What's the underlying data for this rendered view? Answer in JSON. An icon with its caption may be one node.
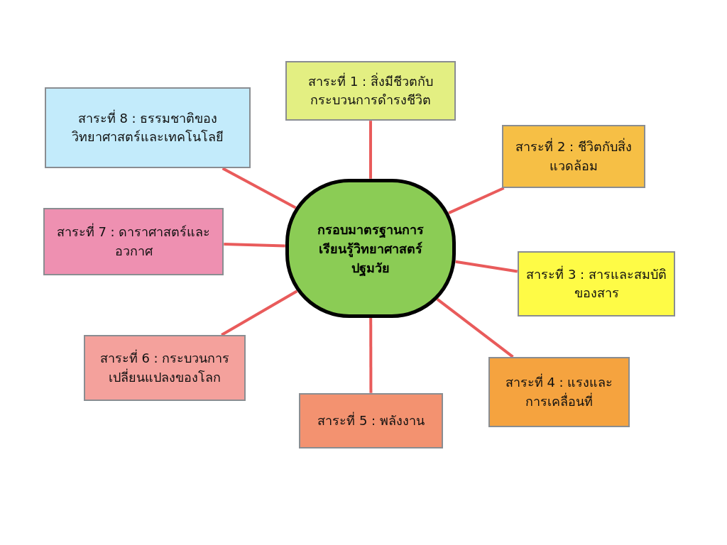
{
  "diagram": {
    "nodes": [
      {
        "text": [
          "กรอบมาตรฐานการเรียนรู้วิทยาศาสตร์ปฐมวัย"
        ]
      },
      {
        "text": [
          "สาระที่ 1 : สิ่งมีชีวตกับกระบวนการดำรงชีวิต"
        ]
      },
      {
        "text": [
          "สาระที่ 2 : ชีวิตกับสิ่งแวดล้อม"
        ]
      },
      {
        "text": [
          "สาระที่ 3 : สารและสมบัติของสาร"
        ]
      },
      {
        "text": [
          "สาระที่ 4 : แรงและการเคลื่อนที่"
        ]
      },
      {
        "text": [
          "สาระที่ 5 : พลังงาน"
        ]
      },
      {
        "text": [
          "สาระที่ 6 : กระบวนการเปลี่ยนแปลงของโลก"
        ]
      },
      {
        "text": [
          "สาระที่ 7 : ดาราศาสตร์และอวกาศ"
        ]
      },
      {
        "text": [
          "สาระที่ 8 : ธรรมชาติของวิทยาศาสตร์และเทคโนโลยี"
        ]
      }
    ],
    "edges": [
      {
        "from": 0,
        "to": 1,
        "arrow": "none"
      },
      {
        "from": 0,
        "to": 2,
        "arrow": "none"
      },
      {
        "from": 0,
        "to": 3,
        "arrow": "none"
      },
      {
        "from": 0,
        "to": 4,
        "arrow": "none"
      },
      {
        "from": 0,
        "to": 5,
        "arrow": "none"
      },
      {
        "from": 0,
        "to": 6,
        "arrow": "none"
      },
      {
        "from": 0,
        "to": 7,
        "arrow": "none"
      },
      {
        "from": 0,
        "to": 8,
        "arrow": "none"
      }
    ]
  }
}
